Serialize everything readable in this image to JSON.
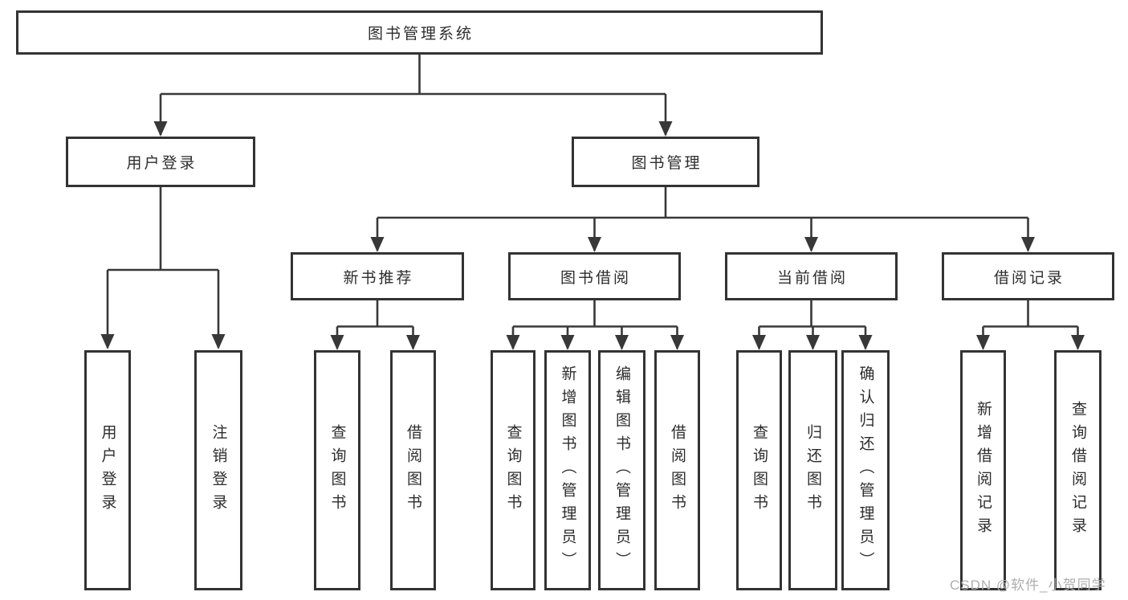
{
  "diagram": {
    "title": "图书管理系统",
    "level2": {
      "user_login": "用户登录",
      "book_mgmt": "图书管理"
    },
    "level3": {
      "new_book_rec": "新书推荐",
      "book_borrow": "图书借阅",
      "current_borrow": "当前借阅",
      "borrow_record": "借阅记录"
    },
    "leaves": {
      "user_login": "用户登录",
      "logout": "注销登录",
      "rec_query_book": "查询图书",
      "rec_borrow_book": "借阅图书",
      "bb_query_book": "查询图书",
      "bb_add_book": "新增图书（管理员）",
      "bb_edit_book": "编辑图书（管理员）",
      "bb_borrow_book": "借阅图书",
      "cb_query_book": "查询图书",
      "cb_return_book": "归还图书",
      "cb_confirm_return": "确认归还（管理员）",
      "br_add_record": "新增借阅记录",
      "br_query_record": "查询借阅记录"
    },
    "watermark": "CSDN @软件_小贺同学",
    "colors": {
      "line": "#383838",
      "box_border": "#333333",
      "text": "#2d2d2d",
      "watermark": "#aeaeae",
      "background": "#ffffff"
    }
  }
}
